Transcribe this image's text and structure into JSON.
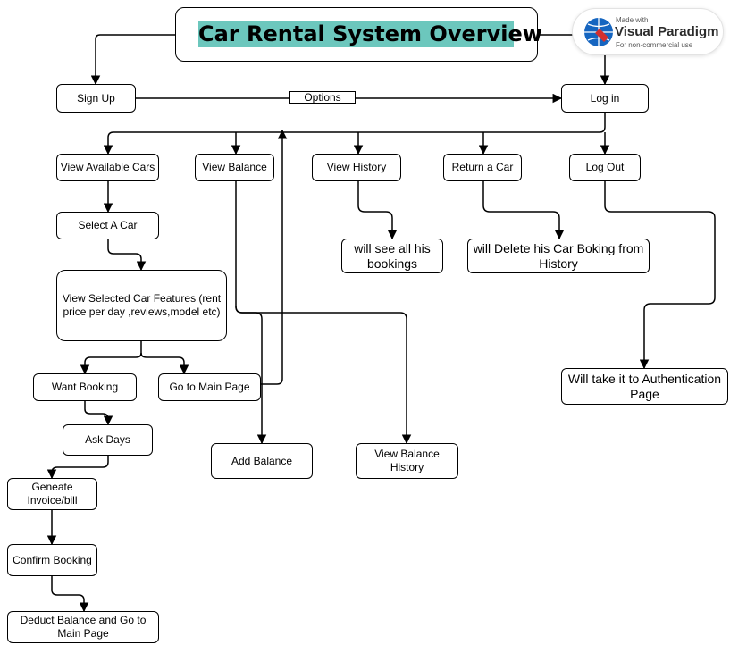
{
  "title": "Car Rental System Overview",
  "edge_label": "Options",
  "watermark": {
    "made_with": "Made with",
    "brand": "Visual Paradigm",
    "note": "For non-commercial use",
    "colors": {
      "logo_blue": "#1565c0",
      "logo_red": "#d32f2f"
    }
  },
  "nodes": {
    "sign_up": "Sign Up",
    "log_in": "Log in",
    "view_available_cars": "View Available Cars",
    "view_balance": "View Balance",
    "view_history": "View  History",
    "return_a_car": "Return a Car",
    "log_out": "Log Out",
    "select_a_car": "Select A Car",
    "see_all_bookings": "will see all his bookings",
    "delete_booking": "will Delete his Car Boking from History",
    "view_selected_features": "View Selected Car Features (rent price per day ,reviews,model etc)",
    "want_booking": "Want Booking",
    "go_to_main_page": "Go to Main Page",
    "authentication_page": "Will take it to Authentication Page",
    "ask_days": "Ask Days",
    "add_balance": "Add Balance",
    "view_balance_history": "View Balance History",
    "generate_invoice": "Geneate Invoice/bill",
    "confirm_booking": "Confirm Booking",
    "deduct_balance": "Deduct Balance and Go to Main Page"
  },
  "colors": {
    "title_highlight": "#6cc7bd",
    "stroke": "#000000"
  }
}
